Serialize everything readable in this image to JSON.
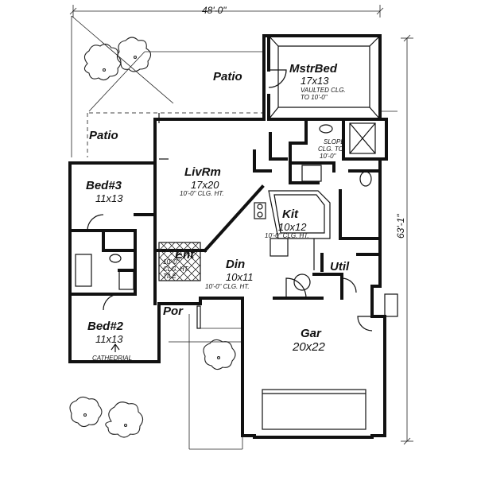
{
  "overall": {
    "width": "48'-0\"",
    "depth": "63'-1\""
  },
  "rooms": {
    "master_bed": {
      "name": "MstrBed",
      "size": "17x13",
      "note1": "VAULTED CLG.",
      "note2": "TO 10'-0\""
    },
    "patio_top": {
      "name": "Patio"
    },
    "patio_left": {
      "name": "Patio"
    },
    "master_bath": {
      "note1": "SLOPE",
      "note2": "CLG. TO",
      "note3": "10'-0\""
    },
    "living": {
      "name": "LivRm",
      "size": "17x20",
      "note": "10'-0\" CLG. HT."
    },
    "bed3": {
      "name": "Bed#3",
      "size": "11x13"
    },
    "kitchen": {
      "name": "Kit",
      "size": "10x12",
      "note": "10'-0\" CLG. HT."
    },
    "entry": {
      "name": "Ent",
      "note1": "10'-0\"",
      "note2": "CLG. HT.",
      "note3": "TILE"
    },
    "dining": {
      "name": "Din",
      "size": "10x11",
      "note": "10'-0\" CLG. HT."
    },
    "utility": {
      "name": "Util"
    },
    "porch": {
      "name": "Por"
    },
    "bed2": {
      "name": "Bed#2",
      "size": "11x13",
      "note": "CATHEDRIAL"
    },
    "garage": {
      "name": "Gar",
      "size": "20x22"
    }
  }
}
